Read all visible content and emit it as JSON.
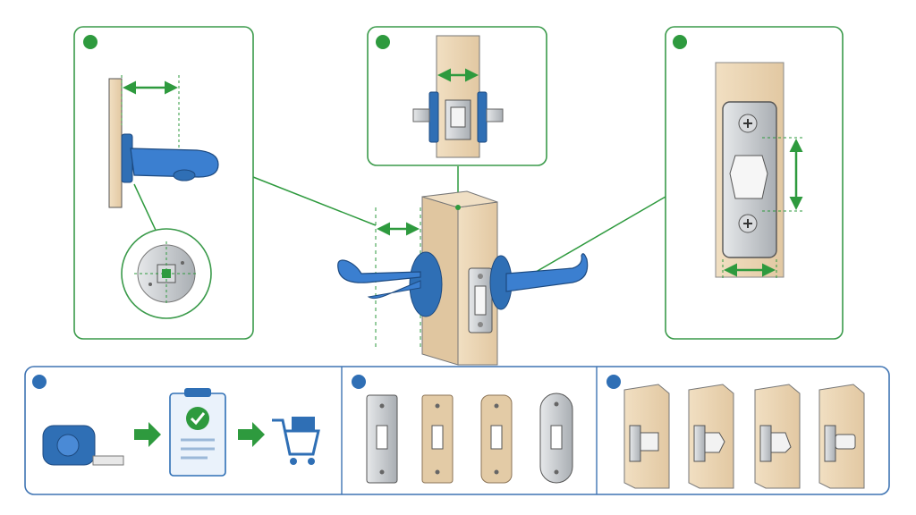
{
  "colors": {
    "green": "#2e9a3e",
    "blue": "#2f6fb5",
    "panel_border_green": "#3a9a4a",
    "panel_border_blue": "#3f74b3",
    "wood": "#e8d2b0",
    "steel": "#bfc3c7"
  },
  "panels": {
    "backset_detail": {
      "marker": "green-dot",
      "icons": [
        "door-edge",
        "lever-handle",
        "rose-spindle"
      ]
    },
    "door_thickness": {
      "marker": "green-dot",
      "icons": [
        "door-edge-top",
        "latch-bolt",
        "rose"
      ]
    },
    "faceplate_size": {
      "marker": "green-dot",
      "icons": [
        "strike-faceplate",
        "screw",
        "dimension-arrows"
      ]
    },
    "central": {
      "icons": [
        "door",
        "lever-handle-left",
        "lever-handle-right",
        "latch-faceplate"
      ]
    }
  },
  "bottom": {
    "steps": {
      "marker": "blue-dot",
      "icons": [
        "tape-measure-icon",
        "arrow-icon",
        "checklist-icon",
        "arrow-icon",
        "shopping-cart-icon"
      ]
    },
    "faceplate_styles": {
      "marker": "blue-dot",
      "styles": [
        "square-corner-steel",
        "square-corner-brass",
        "radius-corner-brass",
        "full-round-steel"
      ]
    },
    "latch_types": {
      "marker": "blue-dot",
      "count": 4
    }
  }
}
